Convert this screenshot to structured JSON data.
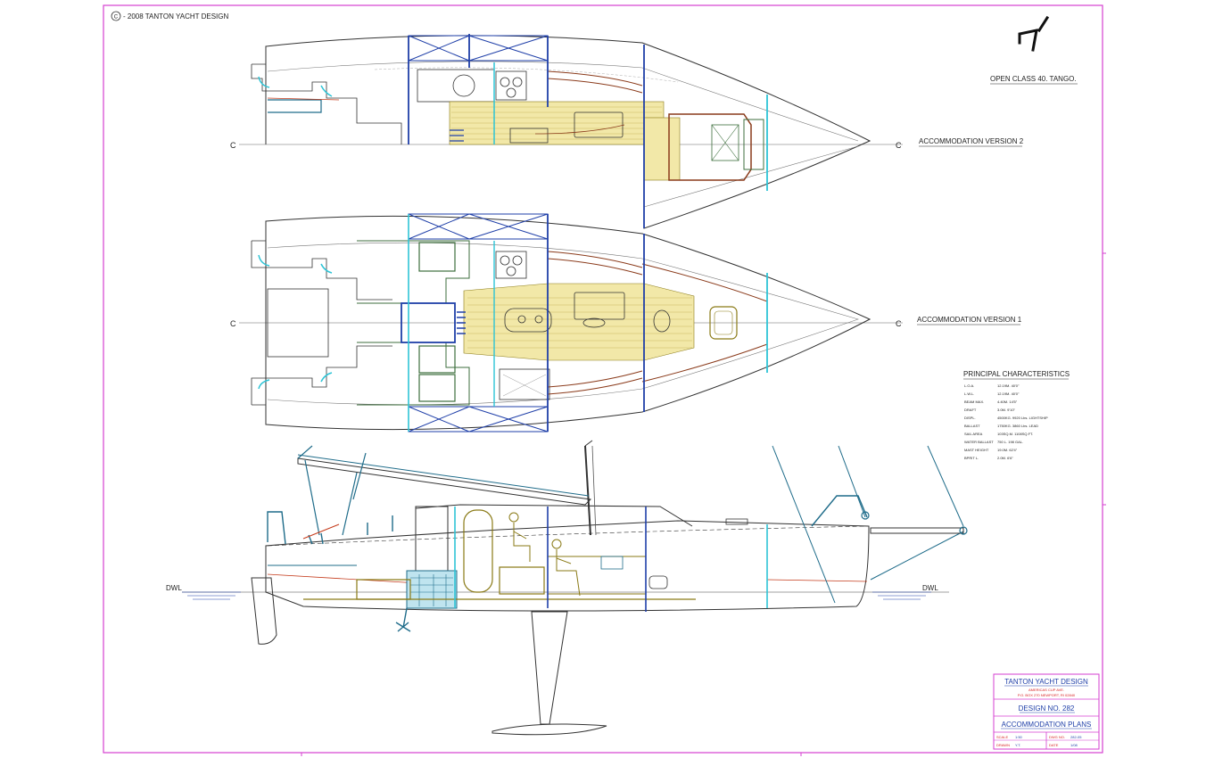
{
  "copyright": {
    "symbol": "C",
    "text": "- 2008 TANTON YACHT DESIGN"
  },
  "logo_icon": "tanton-logo-icon",
  "project_title": "OPEN CLASS 40. TANGO.",
  "centerline_symbol": "C",
  "plans": {
    "version2_label": "ACCOMMODATION VERSION 2",
    "version1_label": "ACCOMMODATION VERSION 1"
  },
  "profile": {
    "waterline_label": "DWL"
  },
  "principal_characteristics": {
    "heading": "PRINCIPAL CHARACTERISTICS",
    "rows": [
      {
        "label": "L.O.A.",
        "value": "12.19M. 40'0\""
      },
      {
        "label": "L.W.L.",
        "value": "12.19M. 40'0\""
      },
      {
        "label": "BEAM MAX.",
        "value": "4.40M. 14'5\""
      },
      {
        "label": "DRAFT",
        "value": "3.0M. 9'10\""
      },
      {
        "label": "DISPL.",
        "value": "4500KG. 9920 Lbs. LIGHTSHIP"
      },
      {
        "label": "BALLAST",
        "value": "1750KG. 3860 Lbs. LEAD"
      },
      {
        "label": "SAIL AREA",
        "value": "103SQ.M. 1108SQ.FT."
      },
      {
        "label": "WATER BALLAST",
        "value": "750 L. 198 GAL."
      },
      {
        "label": "MAST HEIGHT",
        "value": "19.0M. 62'4\""
      },
      {
        "label": "BPRIT L.",
        "value": "2.0M. 6'6\""
      }
    ]
  },
  "title_block": {
    "firm": "TANTON YACHT DESIGN",
    "address_line1": "AMERICAS CUP AVE.",
    "address_line2": "P.O. BOX 270 NEWPORT, RI 02840",
    "design_no": "DESIGN NO. 282",
    "drawing_title": "ACCOMMODATION PLANS",
    "scale_key": "SCALE",
    "scale_value": "1:50",
    "drawn_key": "DRAWN",
    "drawn_value": "Y.T.",
    "dwg_no_key": "DWG NO.",
    "dwg_no_value": "282-05",
    "date_key": "DATE",
    "date_value": "1/08"
  },
  "colors": {
    "border": "#d63fd0",
    "hull_line": "#333333",
    "bulkhead_blue": "#1f3fa8",
    "cyan": "#2ec4d6",
    "brown": "#8a3a1a",
    "floor_yellow": "#f2e8a8",
    "olive": "#8a7a16",
    "green": "#3c6e3c",
    "teal_rig": "#1f6c8a",
    "red_title": "#d81f1f"
  }
}
